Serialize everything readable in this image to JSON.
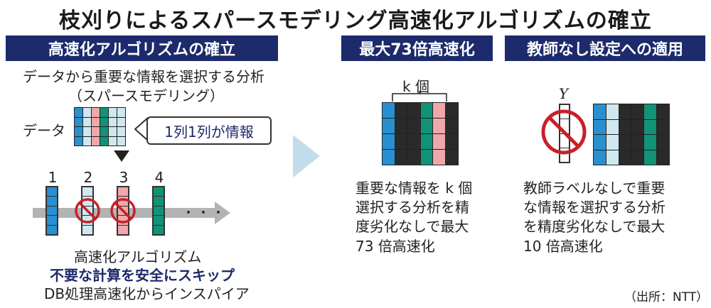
{
  "main_title": "枝刈りによるスパースモデリング高速化アルゴリズムの確立",
  "left_panel": {
    "header": "高速化アルゴリズムの確立",
    "desc_line1": "データから重要な情報を選択する分析",
    "desc_line2": "（スパースモデリング）",
    "data_label": "データ",
    "bubble_text": "1列1列が情報",
    "column_numbers": [
      "1",
      "2",
      "3",
      "4"
    ],
    "dots": "・・・",
    "caption_line1": "高速化アルゴリズム",
    "caption_line2": "不要な計算を安全にスキップ",
    "caption_line3": "DB処理高速化からインスパイア"
  },
  "middle_panel": {
    "header": "最大73倍高速化",
    "k_label": "k 個",
    "text_lines": [
      "重要な情報を k 個",
      "選択する分析を精",
      "度劣化なしで最大",
      "73 倍高速化"
    ]
  },
  "right_panel": {
    "header": "教師なし設定への適用",
    "y_label": "Y",
    "text_lines": [
      "教師ラベルなしで重要",
      "な情報を選択する分析",
      "を精度劣化なしで最大",
      "10 倍高速化"
    ]
  },
  "source": "（出所：NTT）",
  "colors": {
    "header_bg": "#1d2a6b",
    "blue": "#2a8fd0",
    "light_blue": "#cfe8f0",
    "green": "#119377",
    "pink": "#f0a7a9",
    "dark": "#2a2a2a",
    "red_mark": "#c8202a",
    "arrow": "#c3dcec",
    "highlight": "#1d2a6b"
  }
}
